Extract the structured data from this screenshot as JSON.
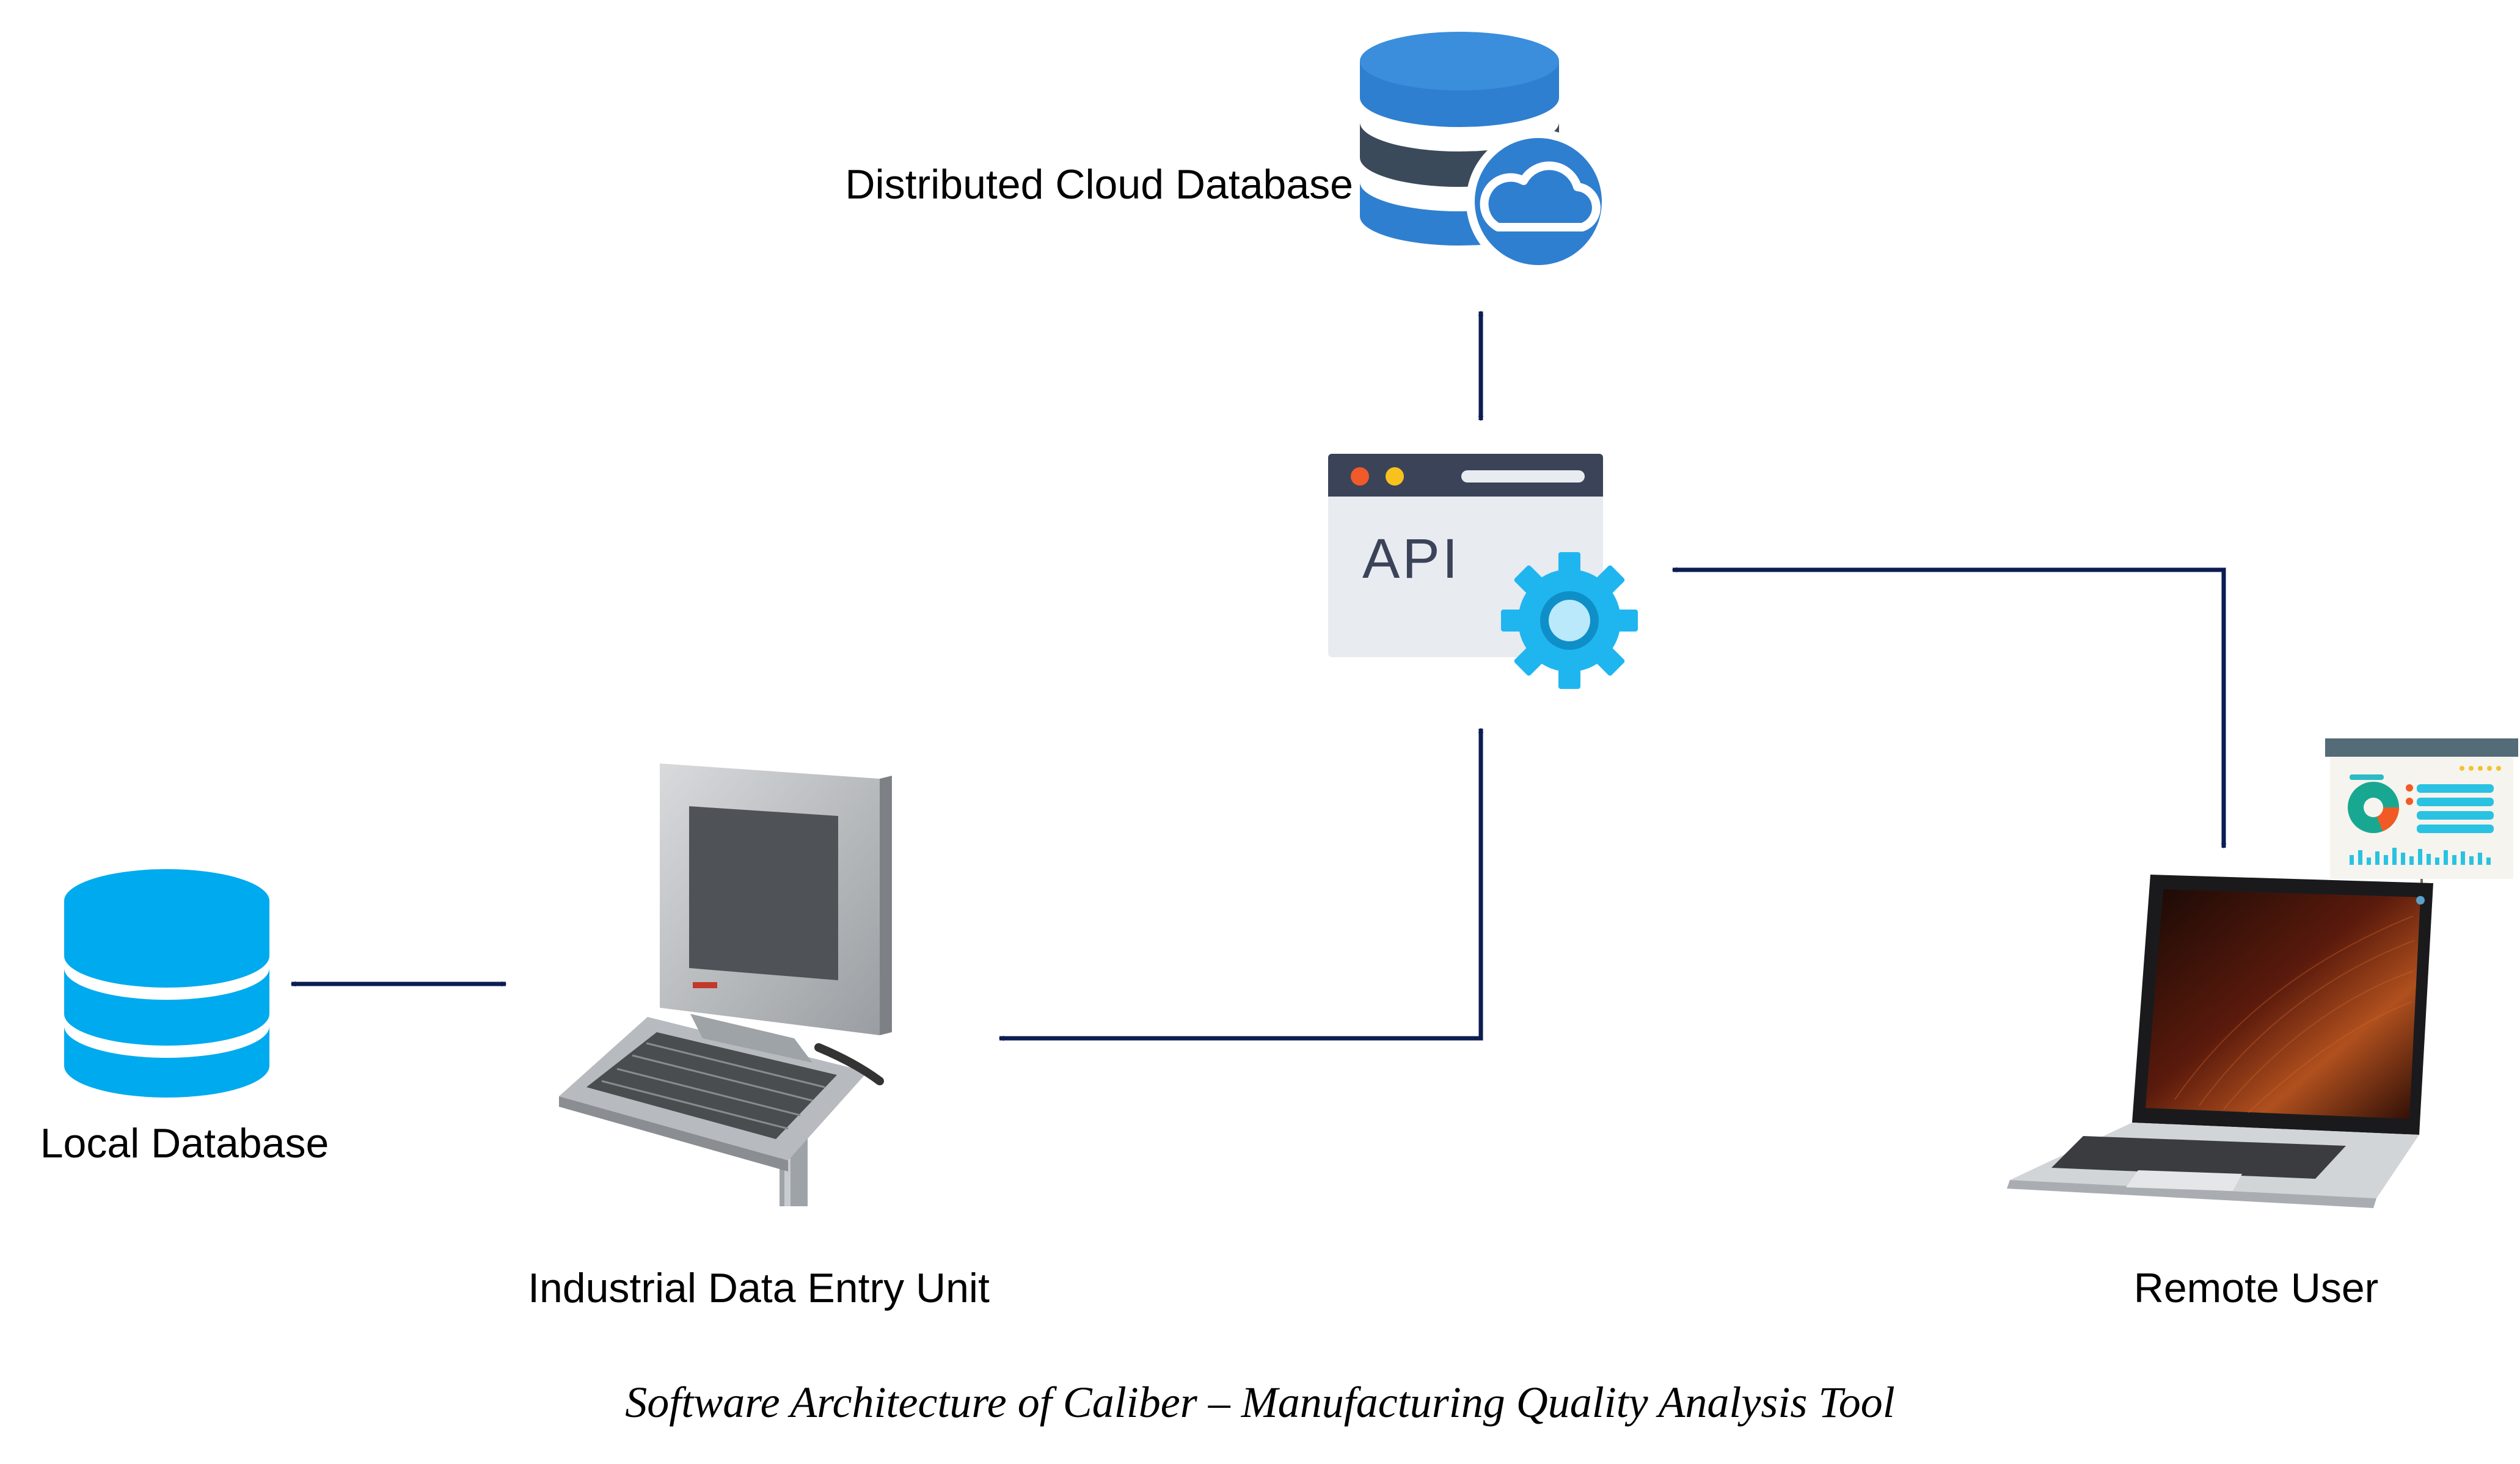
{
  "nodes": {
    "cloud_db": {
      "label": "Distributed Cloud Database",
      "icon": "cloud-database-icon"
    },
    "api": {
      "label": "API",
      "icon": "api-gear-icon"
    },
    "local_db": {
      "label": "Local Database",
      "icon": "database-icon"
    },
    "entry_unit": {
      "label": "Industrial Data Entry Unit",
      "icon": "industrial-terminal-icon"
    },
    "remote_user": {
      "label": "Remote User",
      "icon": "laptop-icon",
      "extra_icon": "dashboard-chart-icon"
    }
  },
  "connections": [
    {
      "from": "cloud_db",
      "to": "api",
      "direction": "bidirectional"
    },
    {
      "from": "remote_user",
      "to": "api",
      "direction": "bidirectional"
    },
    {
      "from": "entry_unit",
      "to": "api",
      "direction": "bidirectional"
    },
    {
      "from": "local_db",
      "to": "entry_unit",
      "direction": "bidirectional"
    }
  ],
  "caption": "Software Architecture of Caliber – Manufacturing Quality Analysis Tool",
  "colors": {
    "arrow": "#0b1d51",
    "cloud_db_blue": "#2f7fd0",
    "cloud_db_dark": "#3b4a5a",
    "local_db_blue": "#00aaee",
    "api_gear": "#1fb6f0",
    "api_header": "#3b4359"
  }
}
